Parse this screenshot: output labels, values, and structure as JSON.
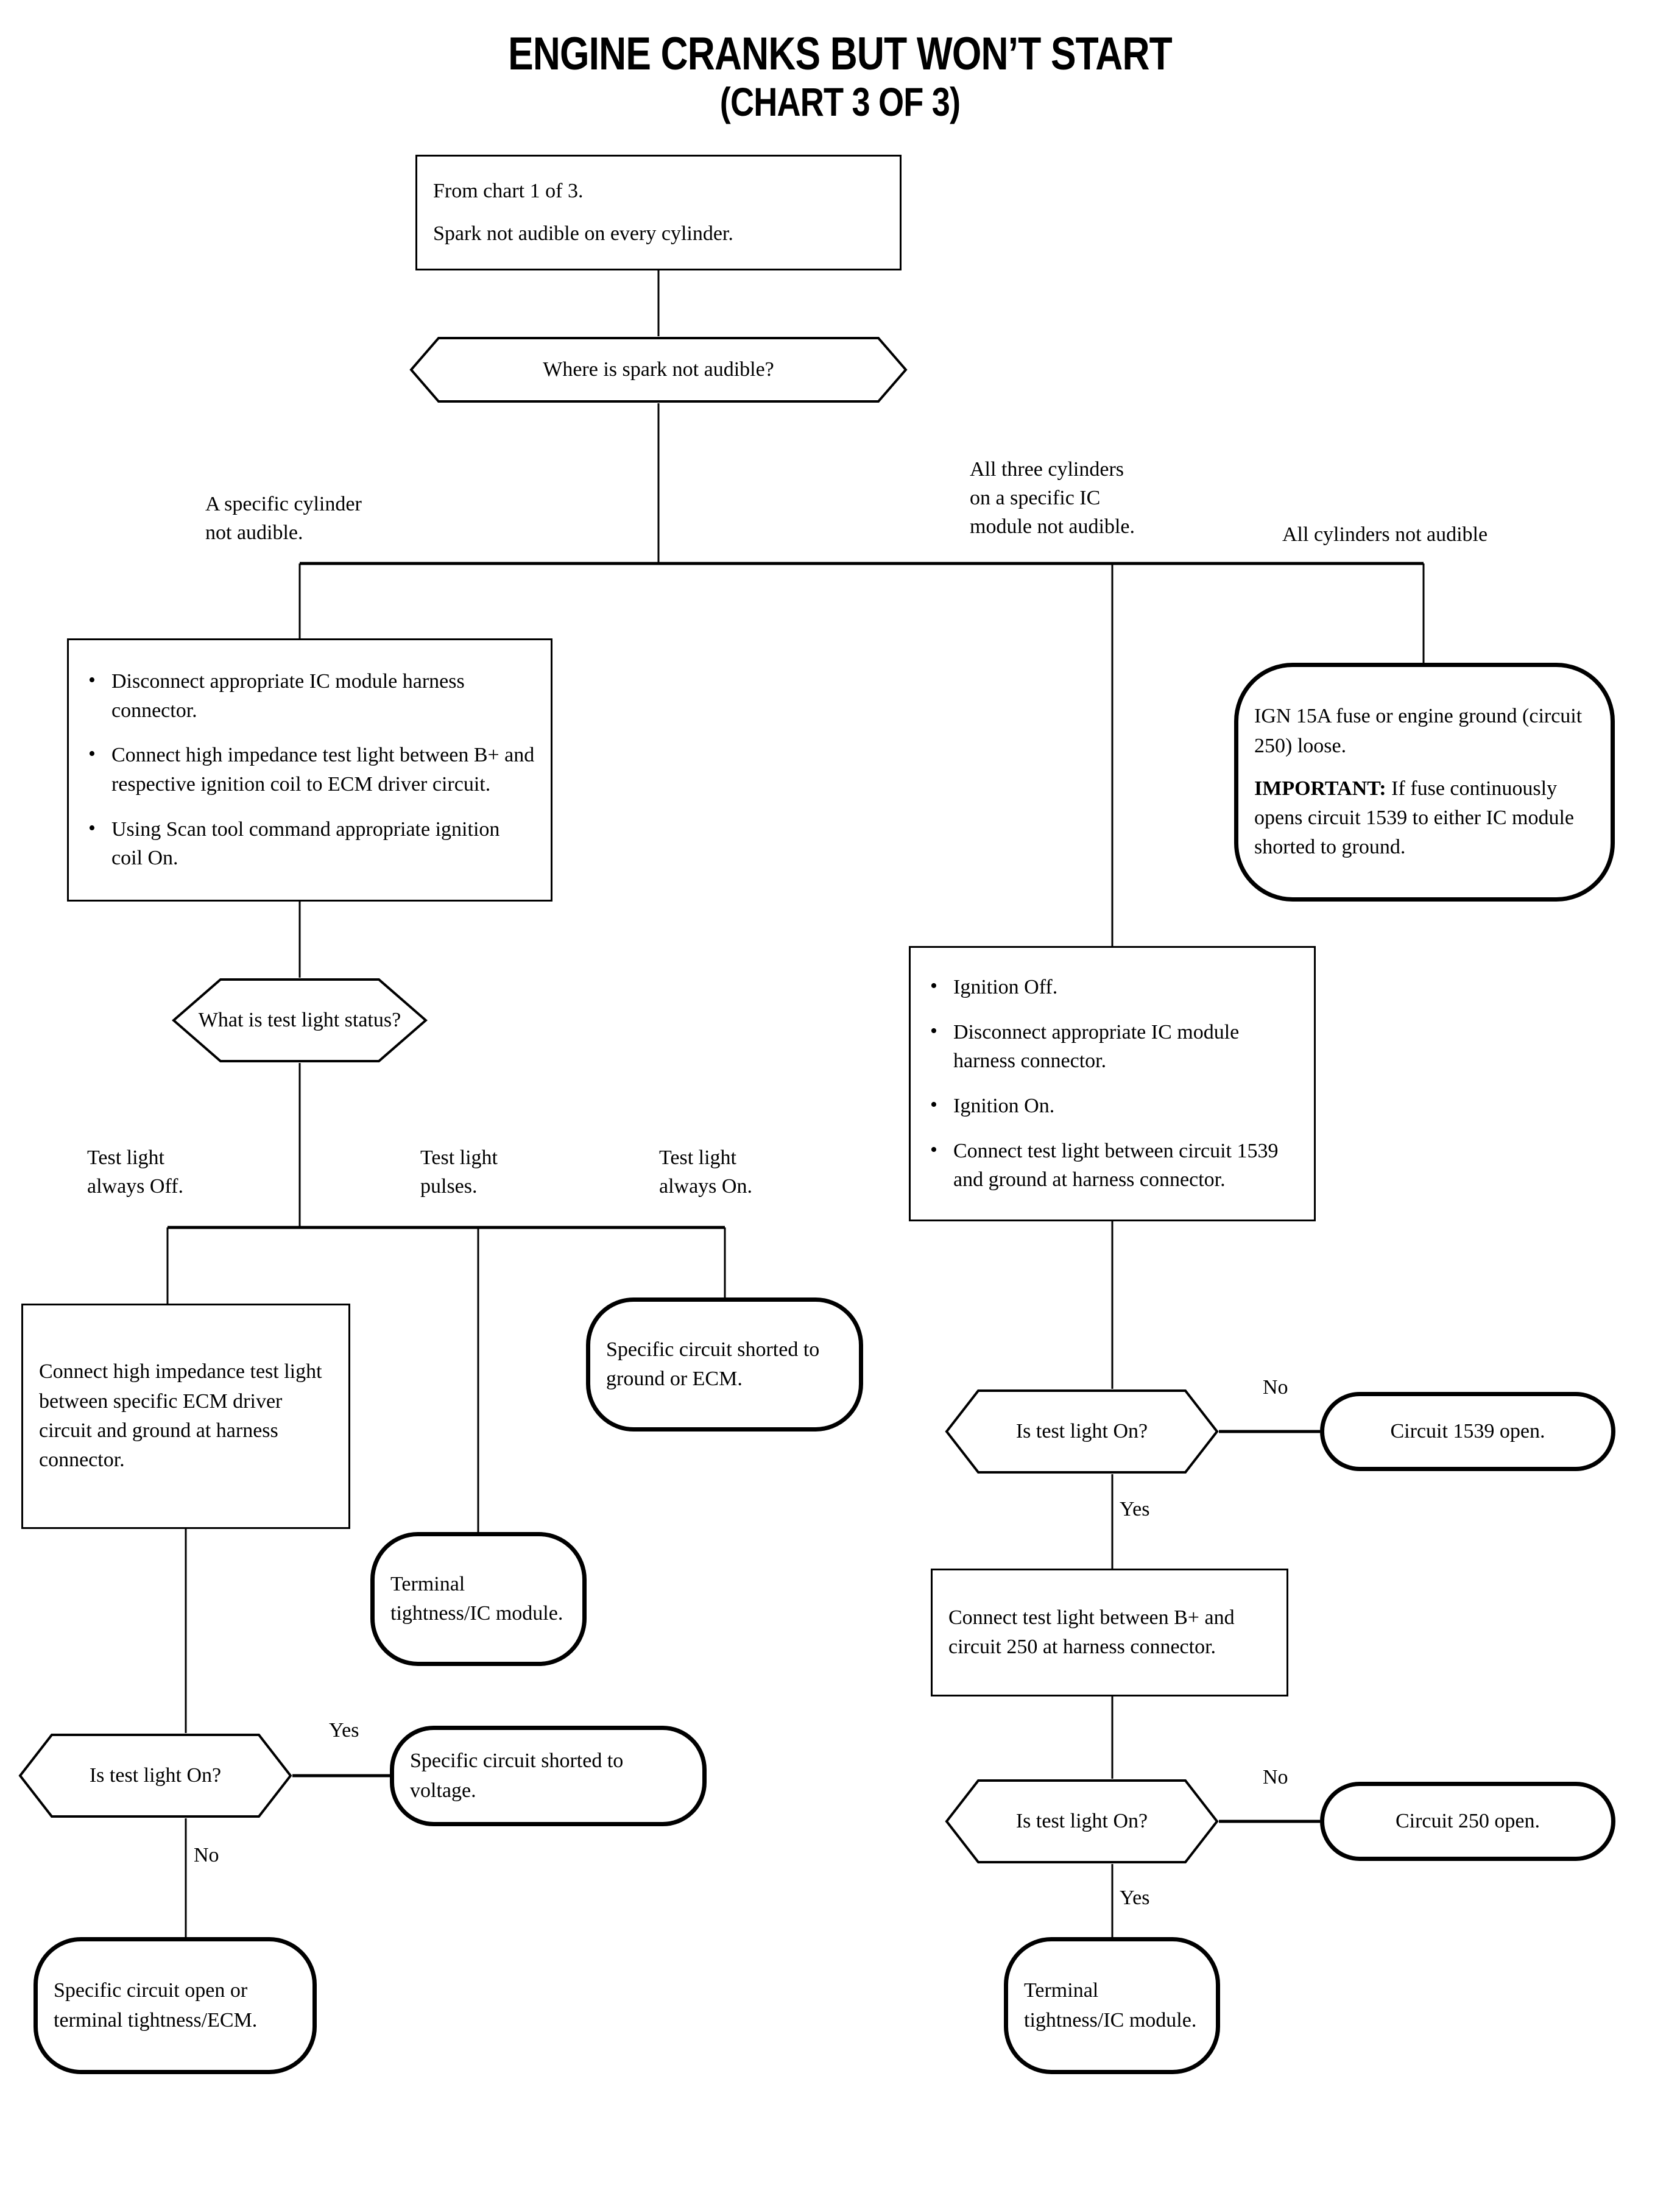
{
  "title": {
    "line1": "ENGINE CRANKS BUT WON’T START",
    "line2": "(CHART 3 OF 3)"
  },
  "colors": {
    "ink": "#000000",
    "paper": "#ffffff"
  },
  "nodes": {
    "entry": {
      "shape": "rect",
      "line1": "From chart 1 of 3.",
      "line2": "Spark not audible on every cylinder."
    },
    "q_where": {
      "shape": "hexagon",
      "text": "Where is spark not audible?"
    },
    "proc_specific_cyl": {
      "shape": "rect",
      "bullets": [
        "Disconnect appropriate IC module harness connector.",
        "Connect high impedance test light between B+ and respective ignition coil to ECM driver circuit.",
        "Using Scan tool command appropriate ignition coil On."
      ]
    },
    "ign_fuse": {
      "shape": "rounded",
      "line1": "IGN 15A fuse or engine ground (circuit 250) loose.",
      "important_label": "IMPORTANT:",
      "important_text": " If fuse continuously opens circuit 1539 to either IC module shorted to ground."
    },
    "proc_ic_module": {
      "shape": "rect",
      "bullets": [
        "Ignition Off.",
        "Disconnect appropriate IC module harness connector.",
        "Ignition On.",
        "Connect test light between circuit 1539 and ground at harness connector."
      ]
    },
    "q_test_light_status": {
      "shape": "hexagon",
      "text": "What is test\nlight status?"
    },
    "proc_connect_ecm_driver": {
      "shape": "rect",
      "text": "Connect high impedance test light between specific ECM driver circuit and ground at harness connector."
    },
    "term_shorted_gnd_ecm": {
      "shape": "rounded",
      "text": "Specific circuit shorted to ground or ECM."
    },
    "term_tightness_ic_mid": {
      "shape": "rounded",
      "text": "Terminal tightness/IC module."
    },
    "q_test_light_on_left": {
      "shape": "hexagon",
      "text": "Is test light On?"
    },
    "term_shorted_voltage": {
      "shape": "rounded",
      "text": "Specific circuit shorted to voltage."
    },
    "term_open_or_ecm": {
      "shape": "rounded",
      "text": "Specific circuit open or terminal tightness/ECM."
    },
    "q_test_light_on_r1": {
      "shape": "hexagon",
      "text": "Is test light On?"
    },
    "term_1539_open": {
      "shape": "rounded",
      "text": "Circuit 1539 open."
    },
    "proc_connect_250": {
      "shape": "rect",
      "text": "Connect test light between B+ and circuit 250 at harness connector."
    },
    "q_test_light_on_r2": {
      "shape": "hexagon",
      "text": "Is test light On?"
    },
    "term_250_open": {
      "shape": "rounded",
      "text": "Circuit 250 open."
    },
    "term_tightness_ic_right": {
      "shape": "rounded",
      "text": "Terminal tightness/IC module."
    }
  },
  "edge_labels": {
    "specific_cylinder": "A specific cylinder\nnot audible.",
    "all_three_cylinders": "All three cylinders\non a specific IC\nmodule not audible.",
    "all_cylinders": "All cylinders not audible",
    "tl_always_off": "Test light\nalways Off.",
    "tl_pulses": "Test light\npulses.",
    "tl_always_on": "Test light\nalways On.",
    "no_left": "No",
    "yes_left": "Yes",
    "no_r1": "No",
    "yes_r1": "Yes",
    "no_r2": "No",
    "yes_r2": "Yes"
  }
}
